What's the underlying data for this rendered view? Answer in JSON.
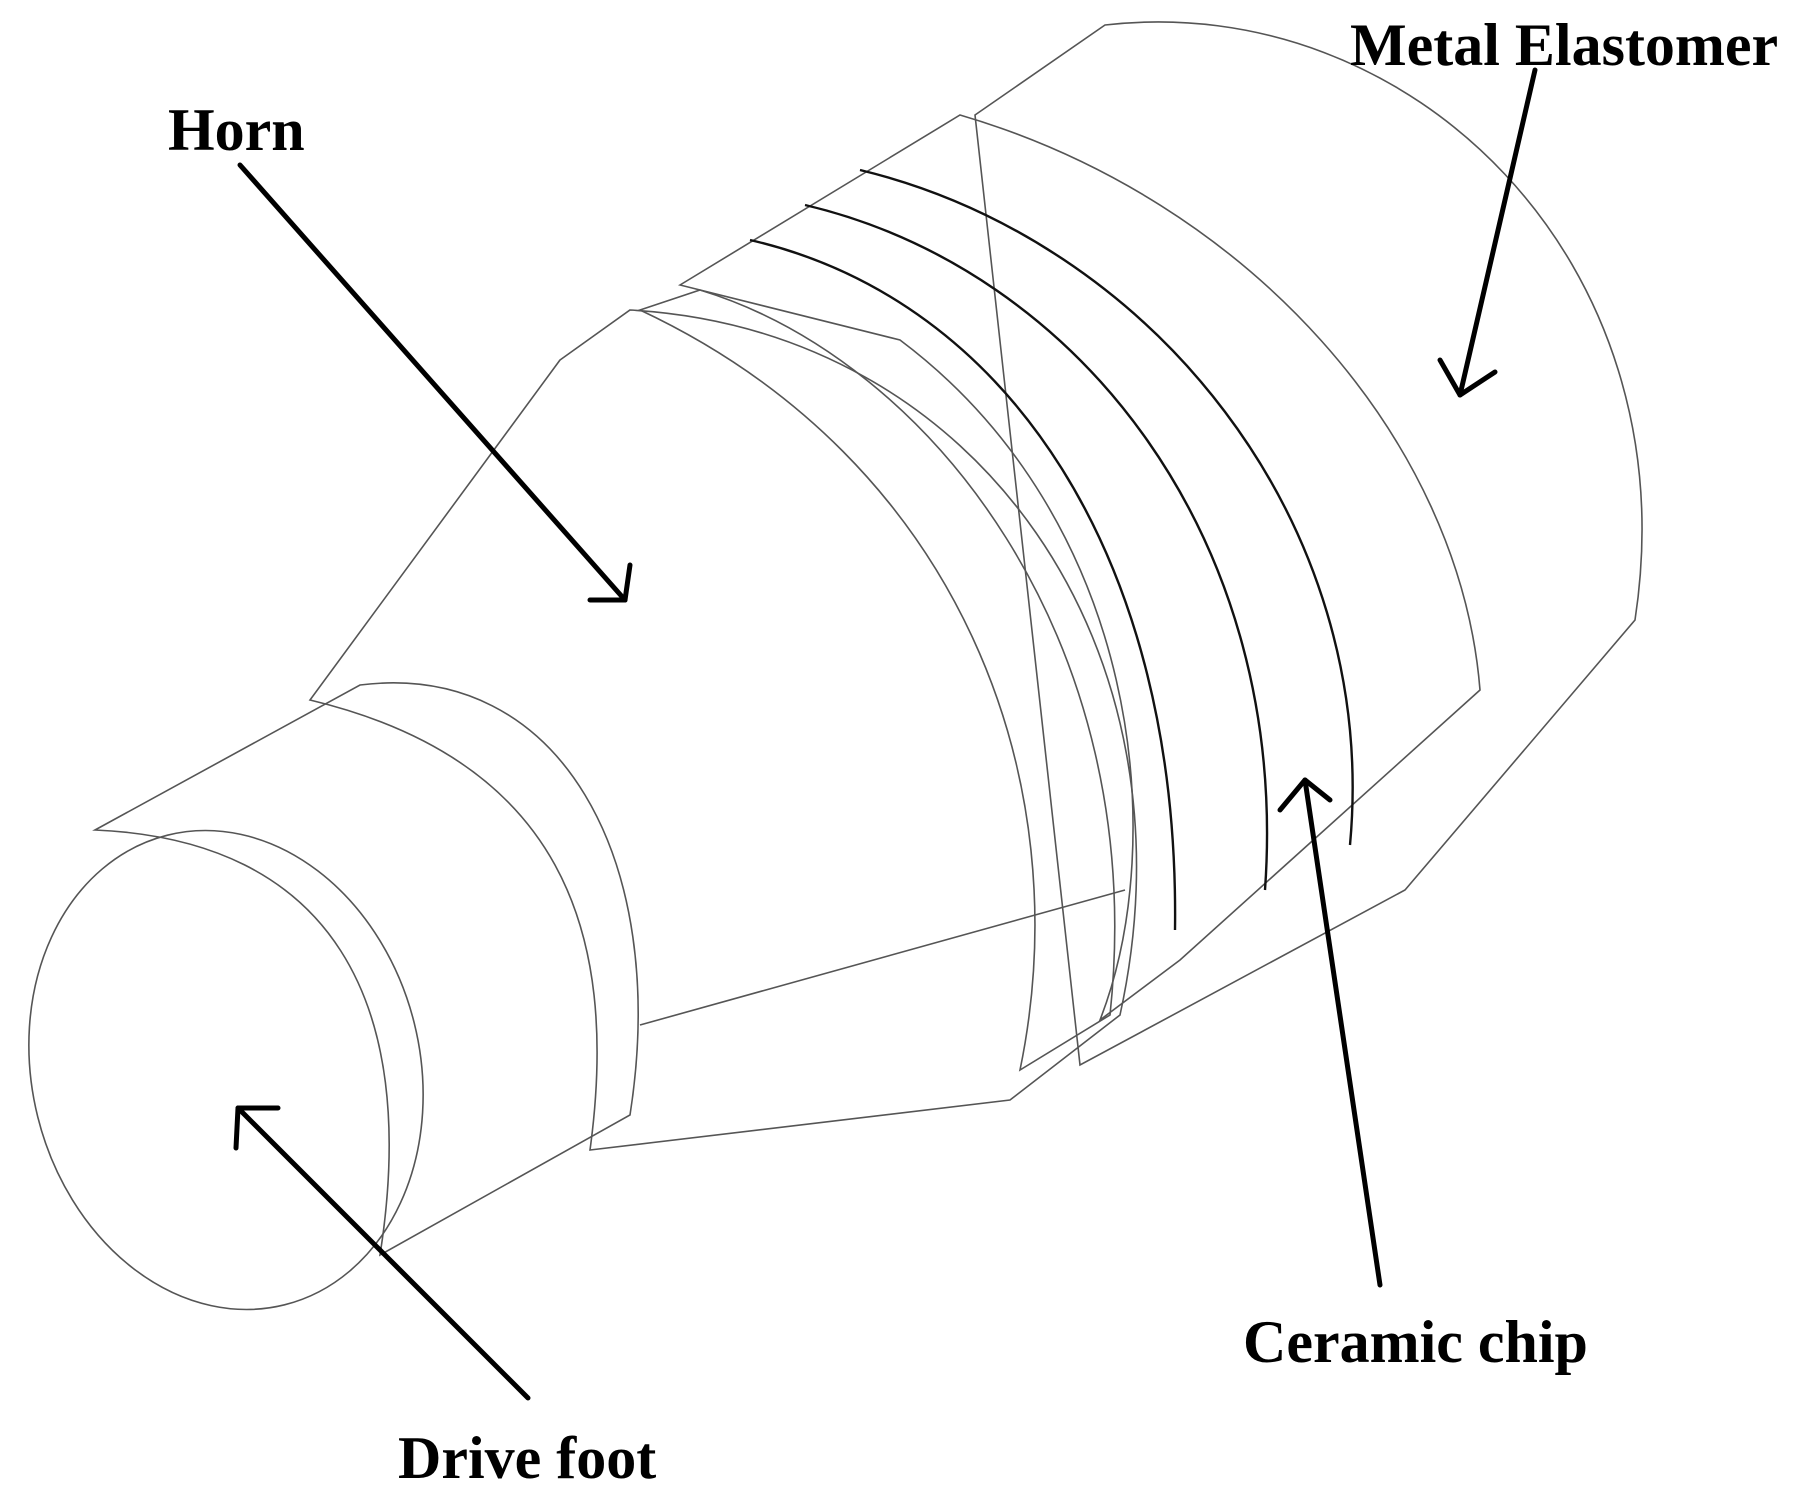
{
  "labels": {
    "horn": "Horn",
    "metal_elastomer": "Metal Elastomer",
    "ceramic_chip": "Ceramic chip",
    "drive_foot": "Drive foot"
  },
  "colors": {
    "ceramic": "#f07a10",
    "body": "#ffffff",
    "face": "#d3dae6",
    "shadow": "#4a4860",
    "outline": "#555555"
  }
}
